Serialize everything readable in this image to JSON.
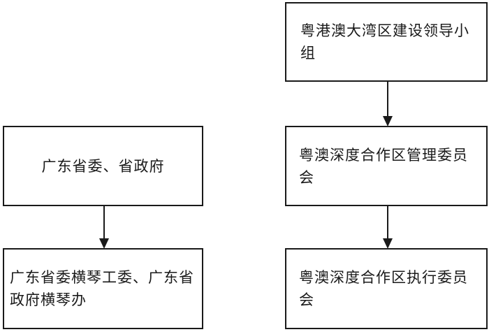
{
  "nodes": {
    "left_top": "广东省委、省政府",
    "left_bottom": "广东省委横琴工委、广东省政府横琴办",
    "right_top": "粤港澳大湾区建设领导小组",
    "right_mid": "粤澳深度合作区管理委员会",
    "right_bottom": "粤澳深度合作区执行委员会"
  }
}
